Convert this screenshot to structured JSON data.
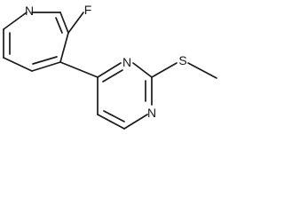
{
  "molecule": {
    "atoms": {
      "pyridine_n": "N",
      "fluorine": "F",
      "pyrimidine_n_top": "N",
      "pyrimidine_n_bottom": "N",
      "sulfur": "S"
    }
  }
}
